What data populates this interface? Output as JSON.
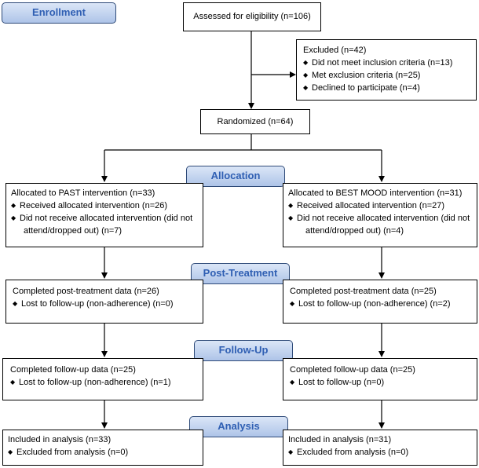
{
  "stages": {
    "enrollment": "Enrollment",
    "allocation": "Allocation",
    "post_treatment": "Post-Treatment",
    "follow_up": "Follow-Up",
    "analysis": "Analysis"
  },
  "assessed": "Assessed for eligibility (n=106)",
  "excluded": {
    "title": "Excluded  (n=42)",
    "items": [
      "Did not meet inclusion criteria (n=13)",
      "Met exclusion criteria (n=25)",
      "Declined to participate (n=4)"
    ]
  },
  "randomized": "Randomized (n=64)",
  "left": {
    "allocation": {
      "title": "Allocated to PAST intervention (n=33)",
      "items": [
        "Received allocated intervention (n=26)",
        "Did not receive allocated intervention (did not",
        "attend/dropped out) (n=7)"
      ]
    },
    "post_treatment": {
      "title": "Completed post-treatment data (n=26)",
      "items": [
        "Lost to follow-up (non-adherence) (n=0)"
      ]
    },
    "follow_up": {
      "title": "Completed follow-up data (n=25)",
      "items": [
        "Lost to follow-up (non-adherence) (n=1)"
      ]
    },
    "analysis": {
      "title": "Included in analysis (n=33)",
      "items": [
        "Excluded from analysis (n=0)"
      ]
    }
  },
  "right": {
    "allocation": {
      "title": "Allocated to BEST MOOD intervention (n=31)",
      "items": [
        "Received allocated intervention (n=27)",
        "Did not receive allocated intervention (did not",
        "attend/dropped out) (n=4)"
      ]
    },
    "post_treatment": {
      "title": "Completed post-treatment data (n=25)",
      "items": [
        "Lost to follow-up (non-adherence) (n=2)"
      ]
    },
    "follow_up": {
      "title": "Completed follow-up data (n=25)",
      "items": [
        "Lost to follow-up (n=0)"
      ]
    },
    "analysis": {
      "title": "Included in analysis (n=31)",
      "items": [
        "Excluded from analysis (n=0)"
      ]
    }
  },
  "bullet_glyph": "◆"
}
